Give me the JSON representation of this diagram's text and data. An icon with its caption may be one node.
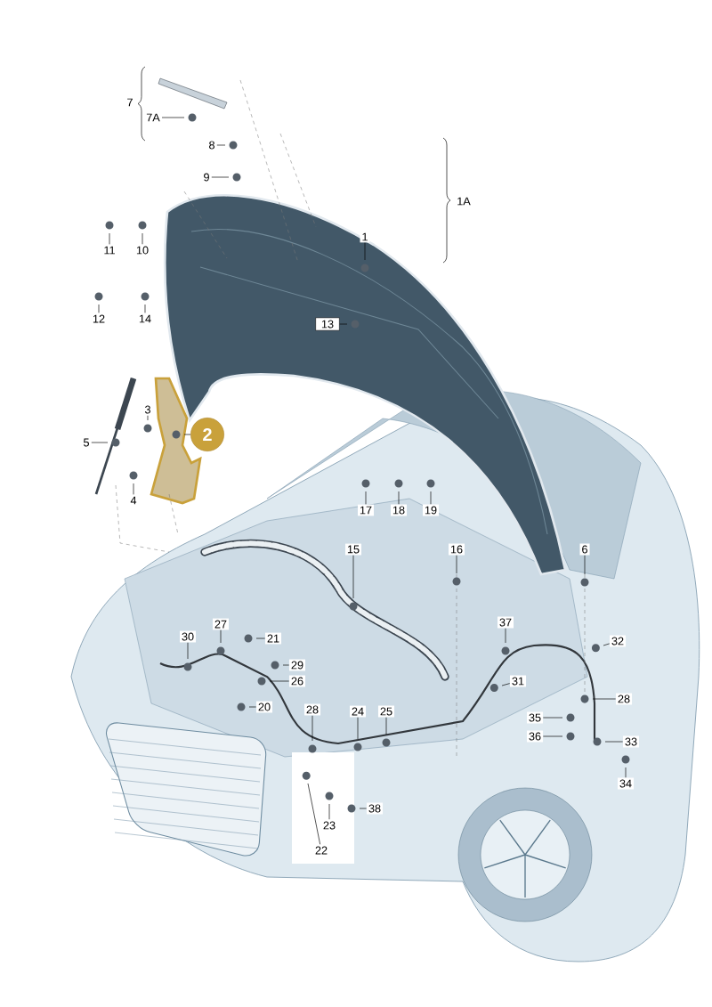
{
  "diagram": {
    "nodes": [
      {
        "text": [
          "7"
        ]
      },
      {
        "text": [
          "7A"
        ]
      },
      {
        "text": [
          "8"
        ]
      },
      {
        "text": [
          "9"
        ]
      },
      {
        "text": [
          "1A"
        ]
      },
      {
        "text": [
          "11"
        ]
      },
      {
        "text": [
          "10"
        ]
      },
      {
        "text": [
          "1"
        ]
      },
      {
        "text": [
          "12"
        ]
      },
      {
        "text": [
          "14"
        ]
      },
      {
        "text": [
          "13"
        ]
      },
      {
        "text": [
          "3"
        ]
      },
      {
        "text": [
          "2"
        ]
      },
      {
        "text": [
          "5"
        ]
      },
      {
        "text": [
          "4"
        ]
      },
      {
        "text": [
          "17"
        ]
      },
      {
        "text": [
          "18"
        ]
      },
      {
        "text": [
          "19"
        ]
      },
      {
        "text": [
          "15"
        ]
      },
      {
        "text": [
          "16"
        ]
      },
      {
        "text": [
          "6"
        ]
      },
      {
        "text": [
          "37"
        ]
      },
      {
        "text": [
          "27"
        ]
      },
      {
        "text": [
          "30"
        ]
      },
      {
        "text": [
          "21"
        ]
      },
      {
        "text": [
          "29"
        ]
      },
      {
        "text": [
          "26"
        ]
      },
      {
        "text": [
          "20"
        ]
      },
      {
        "text": [
          "32"
        ]
      },
      {
        "text": [
          "31"
        ]
      },
      {
        "text": [
          "28"
        ]
      },
      {
        "text": [
          "28"
        ]
      },
      {
        "text": [
          "24"
        ]
      },
      {
        "text": [
          "25"
        ]
      },
      {
        "text": [
          "35"
        ]
      },
      {
        "text": [
          "36"
        ]
      },
      {
        "text": [
          "33"
        ]
      },
      {
        "text": [
          "34"
        ]
      },
      {
        "text": [
          "38"
        ]
      },
      {
        "text": [
          "23"
        ]
      },
      {
        "text": [
          "22"
        ]
      }
    ],
    "edges": [
      {
        "from": 1,
        "to": null,
        "arrow": "none"
      },
      {
        "from": 2,
        "to": null,
        "arrow": "none"
      },
      {
        "from": 3,
        "to": null,
        "arrow": "none"
      },
      {
        "from": 5,
        "to": null,
        "arrow": "none"
      },
      {
        "from": 6,
        "to": null,
        "arrow": "none"
      },
      {
        "from": 7,
        "to": null,
        "arrow": "none"
      },
      {
        "from": 8,
        "to": null,
        "arrow": "none"
      },
      {
        "from": 9,
        "to": null,
        "arrow": "none"
      },
      {
        "from": 10,
        "to": null,
        "arrow": "none"
      },
      {
        "from": 11,
        "to": null,
        "arrow": "none"
      },
      {
        "from": 12,
        "to": null,
        "arrow": "none"
      },
      {
        "from": 13,
        "to": null,
        "arrow": "none"
      },
      {
        "from": 14,
        "to": null,
        "arrow": "none"
      },
      {
        "from": 15,
        "to": null,
        "arrow": "none"
      },
      {
        "from": 16,
        "to": null,
        "arrow": "none"
      },
      {
        "from": 17,
        "to": null,
        "arrow": "none"
      },
      {
        "from": 18,
        "to": null,
        "arrow": "none"
      },
      {
        "from": 19,
        "to": null,
        "arrow": "none"
      },
      {
        "from": 20,
        "to": null,
        "arrow": "none"
      },
      {
        "from": 21,
        "to": null,
        "arrow": "none"
      },
      {
        "from": 22,
        "to": null,
        "arrow": "none"
      },
      {
        "from": 23,
        "to": null,
        "arrow": "none"
      },
      {
        "from": 24,
        "to": null,
        "arrow": "none"
      },
      {
        "from": 25,
        "to": null,
        "arrow": "none"
      },
      {
        "from": 26,
        "to": null,
        "arrow": "none"
      },
      {
        "from": 27,
        "to": null,
        "arrow": "none"
      },
      {
        "from": 28,
        "to": null,
        "arrow": "none"
      },
      {
        "from": 29,
        "to": null,
        "arrow": "none"
      },
      {
        "from": 30,
        "to": null,
        "arrow": "none"
      },
      {
        "from": 31,
        "to": null,
        "arrow": "none"
      },
      {
        "from": 32,
        "to": null,
        "arrow": "none"
      },
      {
        "from": 33,
        "to": null,
        "arrow": "none"
      },
      {
        "from": 34,
        "to": null,
        "arrow": "none"
      },
      {
        "from": 35,
        "to": null,
        "arrow": "none"
      },
      {
        "from": 36,
        "to": null,
        "arrow": "none"
      },
      {
        "from": 37,
        "to": null,
        "arrow": "none"
      },
      {
        "from": 38,
        "to": null,
        "arrow": "none"
      },
      {
        "from": 39,
        "to": null,
        "arrow": "none"
      },
      {
        "from": 40,
        "to": null,
        "arrow": "none"
      }
    ]
  }
}
